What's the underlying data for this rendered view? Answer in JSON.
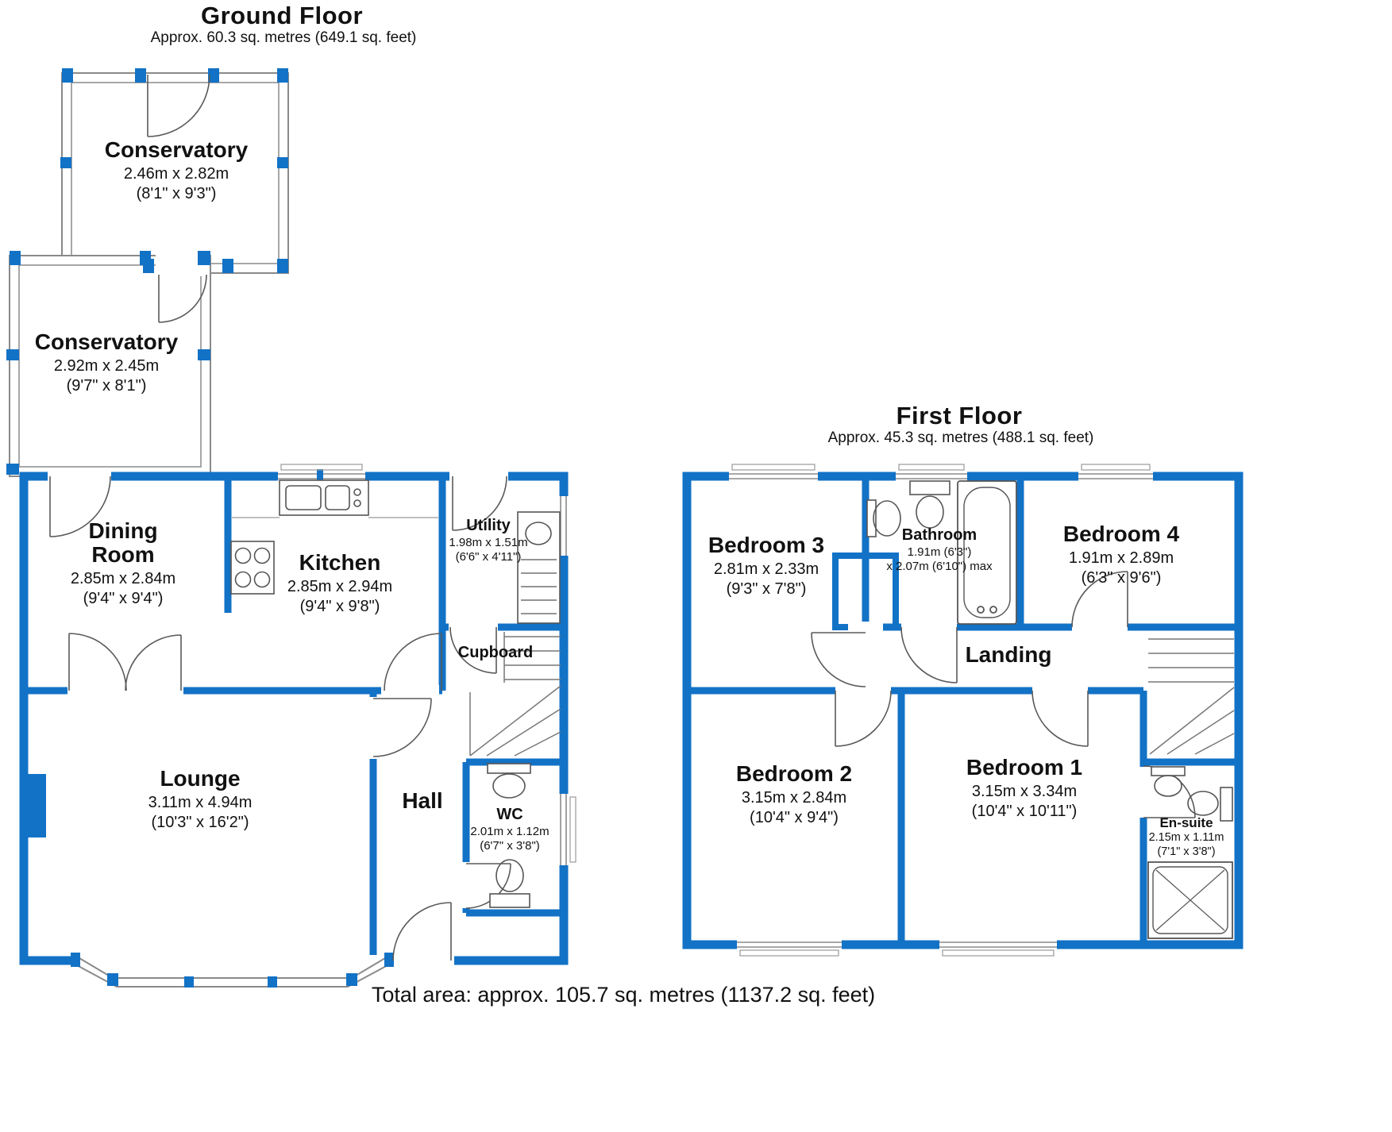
{
  "wall_color": "#1272c6",
  "ground_floor": {
    "title": "Ground Floor",
    "subtitle": "Approx. 60.3 sq. metres (649.1 sq. feet)",
    "rooms": {
      "conservatory_top": {
        "name": "Conservatory",
        "dim_m": "2.46m x 2.82m",
        "dim_ft": "(8'1\" x 9'3\")"
      },
      "conservatory_side": {
        "name": "Conservatory",
        "dim_m": "2.92m x 2.45m",
        "dim_ft": "(9'7\" x 8'1\")"
      },
      "dining_room": {
        "name": "Dining Room",
        "dim_m": "2.85m x 2.84m",
        "dim_ft": "(9'4\" x 9'4\")"
      },
      "kitchen": {
        "name": "Kitchen",
        "dim_m": "2.85m x 2.94m",
        "dim_ft": "(9'4\" x 9'8\")"
      },
      "utility": {
        "name": "Utility",
        "dim_m": "1.98m x 1.51m",
        "dim_ft": "(6'6\" x 4'11\")"
      },
      "cupboard": {
        "name": "Cupboard"
      },
      "lounge": {
        "name": "Lounge",
        "dim_m": "3.11m x 4.94m",
        "dim_ft": "(10'3\" x 16'2\")"
      },
      "hall": {
        "name": "Hall"
      },
      "wc": {
        "name": "WC",
        "dim_m": "2.01m x 1.12m",
        "dim_ft": "(6'7\" x 3'8\")"
      }
    }
  },
  "first_floor": {
    "title": "First Floor",
    "subtitle": "Approx. 45.3 sq. metres (488.1 sq. feet)",
    "rooms": {
      "bedroom3": {
        "name": "Bedroom 3",
        "dim_m": "2.81m x 2.33m",
        "dim_ft": "(9'3\" x 7'8\")"
      },
      "bathroom": {
        "name": "Bathroom",
        "dim_m": "1.91m (6'3\")",
        "dim_ft": "x 2.07m (6'10\") max"
      },
      "bedroom4": {
        "name": "Bedroom 4",
        "dim_m": "1.91m x 2.89m",
        "dim_ft": "(6'3\" x 9'6\")"
      },
      "landing": {
        "name": "Landing"
      },
      "bedroom2": {
        "name": "Bedroom 2",
        "dim_m": "3.15m x 2.84m",
        "dim_ft": "(10'4\" x 9'4\")"
      },
      "bedroom1": {
        "name": "Bedroom 1",
        "dim_m": "3.15m x 3.34m",
        "dim_ft": "(10'4\" x 10'11\")"
      },
      "ensuite": {
        "name": "En-suite",
        "dim_m": "2.15m x 1.11m",
        "dim_ft": "(7'1\" x 3'8\")"
      }
    }
  },
  "footer": {
    "total_area": "Total area: approx. 105.7 sq. metres (1137.2 sq. feet)"
  }
}
